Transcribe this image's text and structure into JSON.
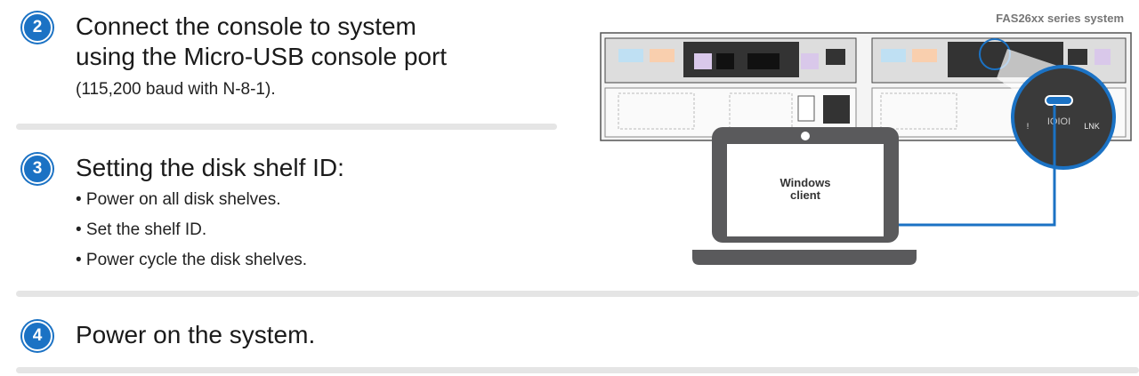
{
  "steps": [
    {
      "number": "2",
      "title_line1": "Connect the console to system",
      "title_line2": "using the Micro-USB console port",
      "note": "(115,200 baud with N-8-1)."
    },
    {
      "number": "3",
      "title": "Setting the disk shelf ID:",
      "bullets": [
        "• Power on all disk shelves.",
        "• Set the shelf ID.",
        "• Power cycle the disk shelves."
      ]
    },
    {
      "number": "4",
      "title": "Power on the system."
    }
  ],
  "diagram": {
    "system_label": "FAS26xx series system",
    "client_label_line1": "Windows",
    "client_label_line2": "client",
    "port_label": "IOIOI",
    "led_label": "LNK",
    "alert_label": "!"
  },
  "colors": {
    "accent": "#1b72c4",
    "cable": "#1b72c4",
    "laptop": "#5a5a5c",
    "divider": "#e5e5e5"
  }
}
